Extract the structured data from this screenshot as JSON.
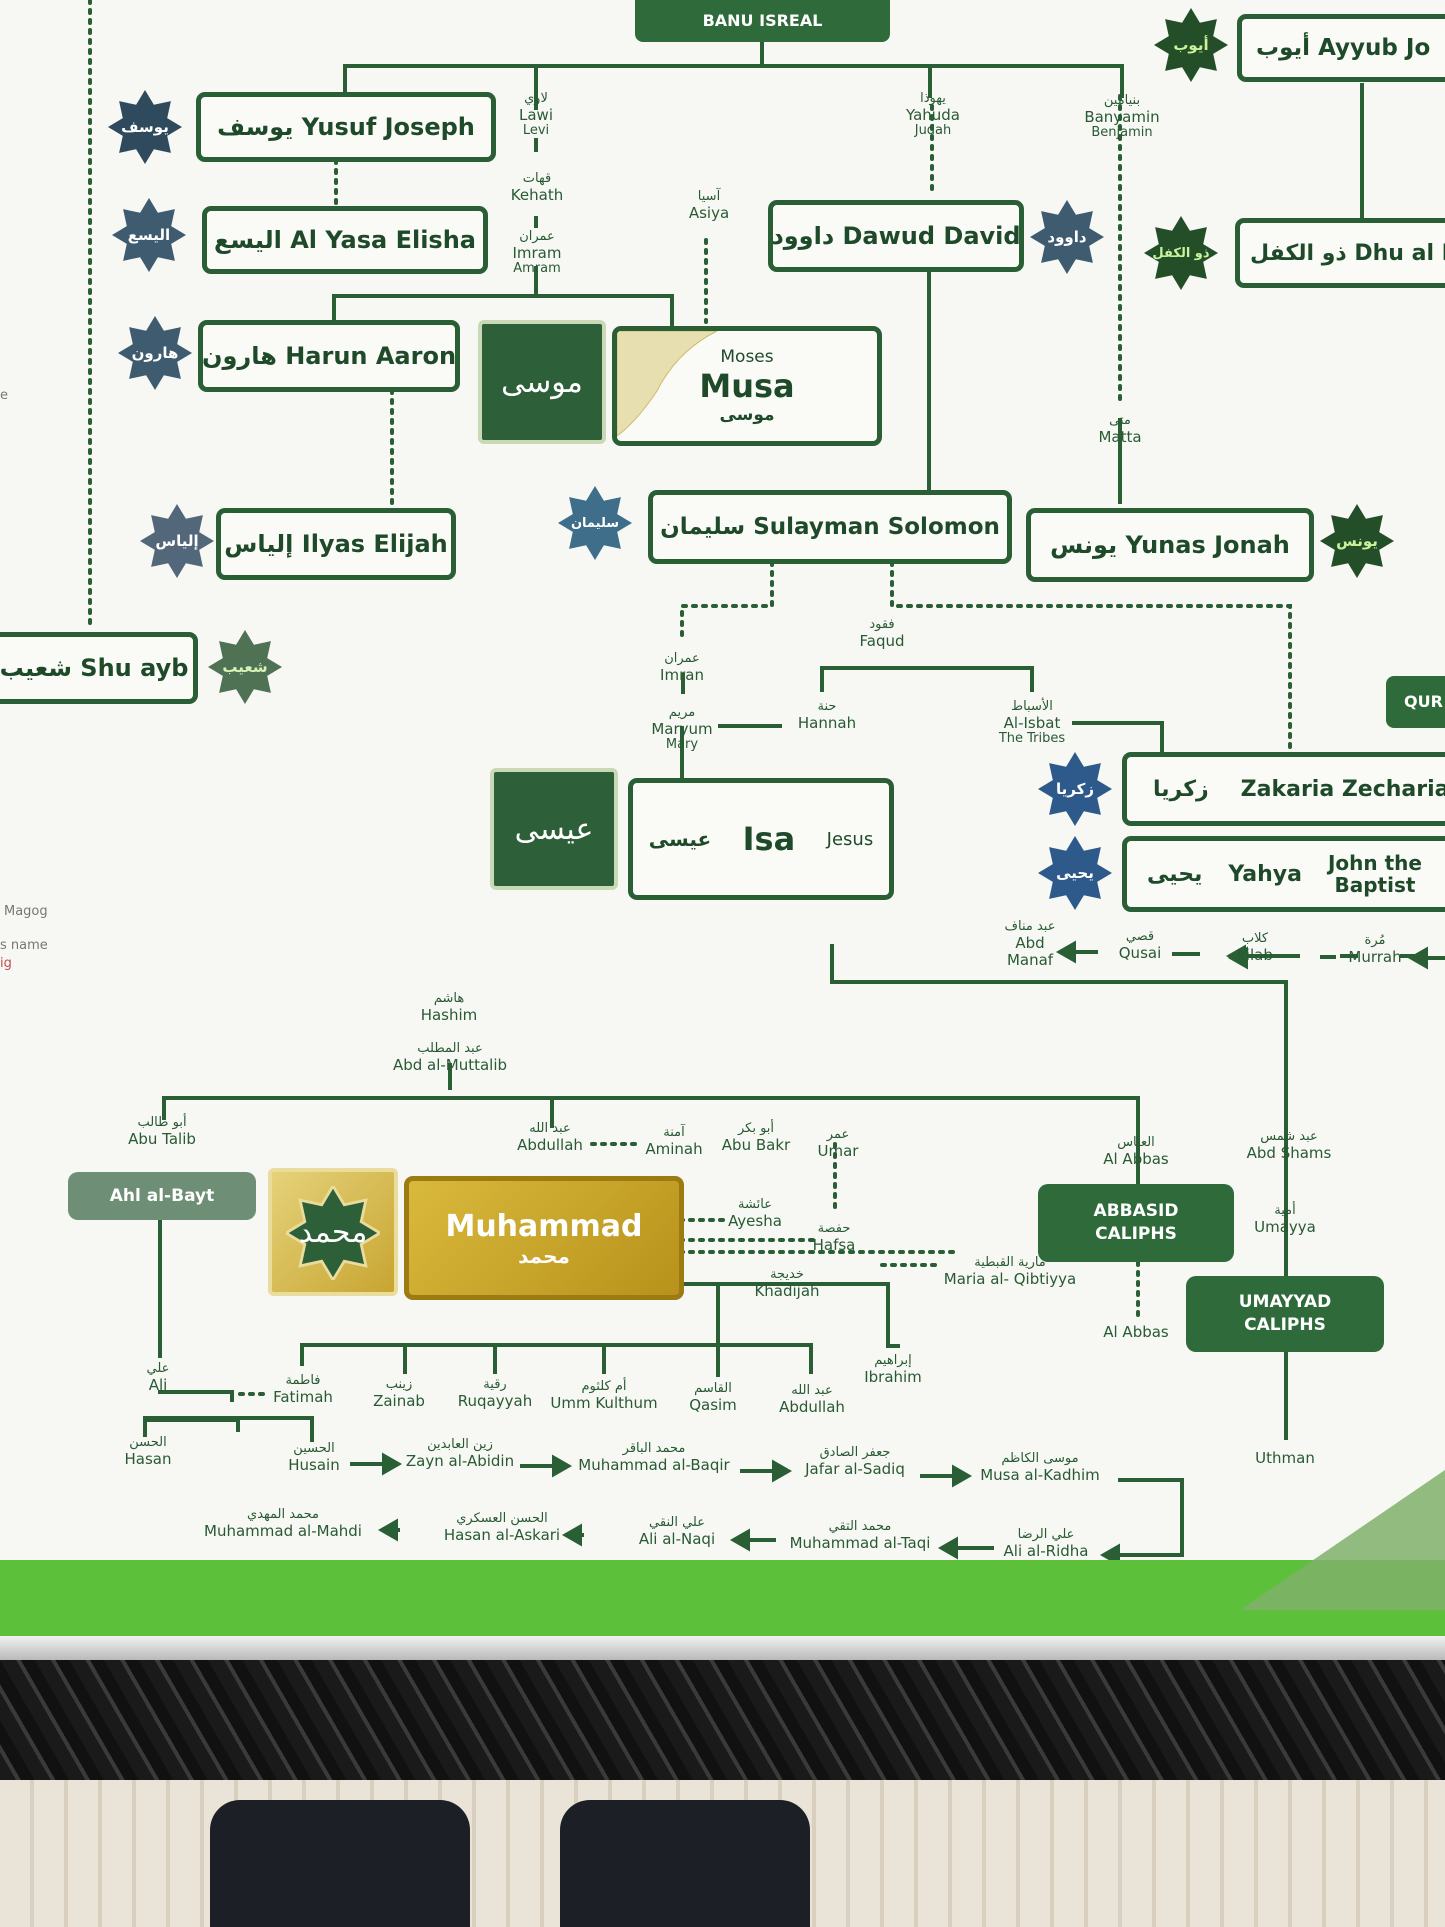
{
  "header": {
    "banu_isreal": "BANU ISREAL",
    "quran": "QUR"
  },
  "prophets": {
    "ayyub": {
      "badge": "أيوب",
      "label": "أيوب  Ayyub Jo"
    },
    "yusuf": {
      "badge": "يوسف",
      "label": "يوسف  Yusuf  Joseph"
    },
    "elisha": {
      "badge": "اليسع",
      "label": "اليسع  Al Yasa  Elisha"
    },
    "dawud": {
      "badge": "داوود",
      "label": "داوود Dawud David"
    },
    "dhulkifl": {
      "badge": "ذو الكفل",
      "label": "ذو الكفل Dhu al Ki"
    },
    "harun": {
      "badge": "هارون",
      "label": "هارون Harun Aaron"
    },
    "musa": {
      "tile": "موسى",
      "en_small": "Moses",
      "en": "Musa",
      "ar": "موسى"
    },
    "ilyas": {
      "badge": "إلياس",
      "label": "إلياس Ilyas Elijah"
    },
    "sulayman": {
      "badge": "سليمان",
      "label": "سليمان  Sulayman  Solomon"
    },
    "yunus": {
      "badge": "يونس",
      "label": "يونس  Yunas  Jonah"
    },
    "shuayb": {
      "badge": "شعيب",
      "label": "شعيب Shu ayb"
    },
    "isa": {
      "tile": "عيسى",
      "ar": "عيسى",
      "en": "Isa",
      "en2": "Jesus"
    },
    "zakaria": {
      "badge": "زكريا",
      "ar": "زكريا",
      "en": "Zakaria  Zechariah"
    },
    "yahya": {
      "badge": "يحيى",
      "ar": "يحيى",
      "en": "Yahya",
      "en2a": "John the",
      "en2b": "Baptist"
    },
    "muhammad": {
      "tile": "محمد",
      "en": "Muhammad",
      "ar": "محمد"
    }
  },
  "people": {
    "lawi": {
      "ar": "لاوي",
      "en": "Lawi",
      "sub": "Levi"
    },
    "yahuda": {
      "ar": "يهوذا",
      "en": "Yahuda",
      "sub": "Judah"
    },
    "banyamin": {
      "ar": "بنيامين",
      "en": "Banyamin",
      "sub": "Benjamin"
    },
    "kehath": {
      "ar": "قهات",
      "en": "Kehath"
    },
    "imram": {
      "ar": "عمران",
      "en": "Imram",
      "sub": "Amram"
    },
    "asiya": {
      "ar": "آسيا",
      "en": "Asiya"
    },
    "matta": {
      "ar": "متى",
      "en": "Matta"
    },
    "faqud": {
      "ar": "فقود",
      "en": "Faqud"
    },
    "imran": {
      "ar": "عمران",
      "en": "Imran"
    },
    "maryum": {
      "ar": "مريم",
      "en": "Maryum",
      "sub": "Mary"
    },
    "hannah": {
      "ar": "حنة",
      "en": "Hannah"
    },
    "alisbat": {
      "ar": "الأسباط",
      "en": "Al-Isbat",
      "sub": "The Tribes"
    },
    "abdmanaf": {
      "ar": "عبد مناف",
      "en": "Abd",
      "sub": "Manaf"
    },
    "qusai": {
      "ar": "قصي",
      "en": "Qusai"
    },
    "kilab": {
      "ar": "كلاب",
      "en": "kilab"
    },
    "murrah": {
      "ar": "مُرة",
      "en": "Murrah"
    },
    "hashim": {
      "ar": "هاشم",
      "en": "Hashim"
    },
    "abdmuttalib": {
      "ar": "عبد المطلب",
      "en": "Abd al-Muttalib"
    },
    "abutalib": {
      "ar": "أبو طالب",
      "en": "Abu Talib"
    },
    "abdullah": {
      "ar": "عبد الله",
      "en": "Abdullah"
    },
    "aminah": {
      "ar": "آمنة",
      "en": "Aminah"
    },
    "abubakr": {
      "ar": "أبو بكر",
      "en": "Abu Bakr"
    },
    "umar": {
      "ar": "عمر",
      "en": "Umar"
    },
    "alabbas": {
      "ar": "العباس",
      "en": "Al Abbas"
    },
    "abdshams": {
      "ar": "عبد شمس",
      "en": "Abd Shams"
    },
    "ayesha": {
      "ar": "عائشة",
      "en": "Ayesha"
    },
    "hafsa": {
      "ar": "حفصة",
      "en": "Hafsa"
    },
    "umayya": {
      "ar": "أمية",
      "en": "Umayya"
    },
    "maria": {
      "ar": "مارية القبطية",
      "en": "Maria al- Qibtiyya"
    },
    "khadijah": {
      "ar": "خديجة",
      "en": "Khadijah"
    },
    "alabbas2": {
      "en": "Al Abbas"
    },
    "ali": {
      "ar": "علي",
      "en": "Ali"
    },
    "fatimah": {
      "ar": "فاطمة",
      "en": "Fatimah"
    },
    "zainab": {
      "ar": "زينب",
      "en": "Zainab"
    },
    "ruqayyah": {
      "ar": "رقية",
      "en": "Ruqayyah"
    },
    "ummkulthum": {
      "ar": "أم كلثوم",
      "en": "Umm Kulthum"
    },
    "qasim": {
      "ar": "القاسم",
      "en": "Qasim"
    },
    "abdullah2": {
      "ar": "عبد الله",
      "en": "Abdullah"
    },
    "ibrahim": {
      "ar": "إبراهيم",
      "en": "Ibrahim"
    },
    "uthman": {
      "en": "Uthman"
    },
    "hasan": {
      "ar": "الحسن",
      "en": "Hasan"
    },
    "husain": {
      "ar": "الحسين",
      "en": "Husain"
    },
    "zayn": {
      "ar": "زين العابدين",
      "en": "Zayn al-Abidin"
    },
    "baqir": {
      "ar": "محمد الباقر",
      "en": "Muhammad al-Baqir"
    },
    "sadiq": {
      "ar": "جعفر الصادق",
      "en": "Jafar al-Sadiq"
    },
    "kadhim": {
      "ar": "موسى الكاظم",
      "en": "Musa al-Kadhim"
    },
    "mahdi": {
      "ar": "محمد المهدي",
      "en": "Muhammad al-Mahdi"
    },
    "askari": {
      "ar": "الحسن العسكري",
      "en": "Hasan al-Askari"
    },
    "naqi": {
      "ar": "علي النقي",
      "en": "Ali al-Naqi"
    },
    "taqi": {
      "ar": "محمد التقي",
      "en": "Muhammad al-Taqi"
    },
    "ridha": {
      "ar": "علي الرضا",
      "en": "Ali al-Ridha"
    }
  },
  "groups": {
    "ahl_al_bayt": "Ahl al-Bayt",
    "abbasid": "ABBASID CALIPHS",
    "umayyad": "UMAYYAD CALIPHS"
  },
  "side_notes": {
    "magog": "Magog",
    "name": "s name",
    "ig": "ig",
    "e": "e"
  },
  "colors": {
    "dark_green": "#2a5e35",
    "frame_green": "#5dc03a",
    "gold": "#c9a62a",
    "badge_blue": "#3e5b70"
  }
}
